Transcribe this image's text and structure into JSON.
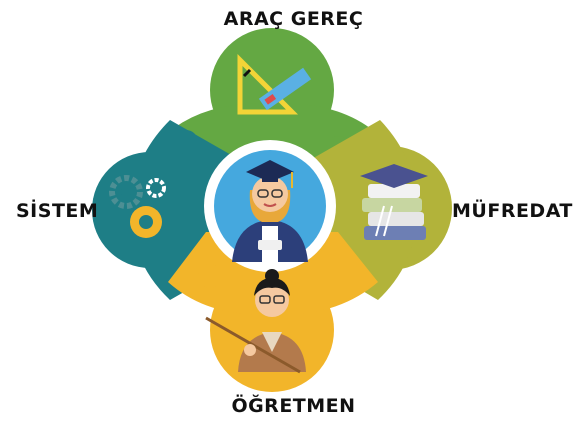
{
  "labels": {
    "top": "ARAÇ GEREÇ",
    "left": "SİSTEM",
    "right": "MÜFREDAT",
    "bottom": "ÖĞRETMEN"
  },
  "colors": {
    "top_piece": "#64a843",
    "left_piece": "#1e7e86",
    "right_piece": "#b2b33a",
    "bottom_piece": "#f2b52a",
    "center_bg": "#45a8de",
    "ring": "#ffffff"
  },
  "icons": {
    "top": "ruler-set-square-icon",
    "left": "gears-icon",
    "right": "books-graduation-cap-icon",
    "bottom": "teacher-with-pointer-icon",
    "center": "graduate-student-icon"
  }
}
